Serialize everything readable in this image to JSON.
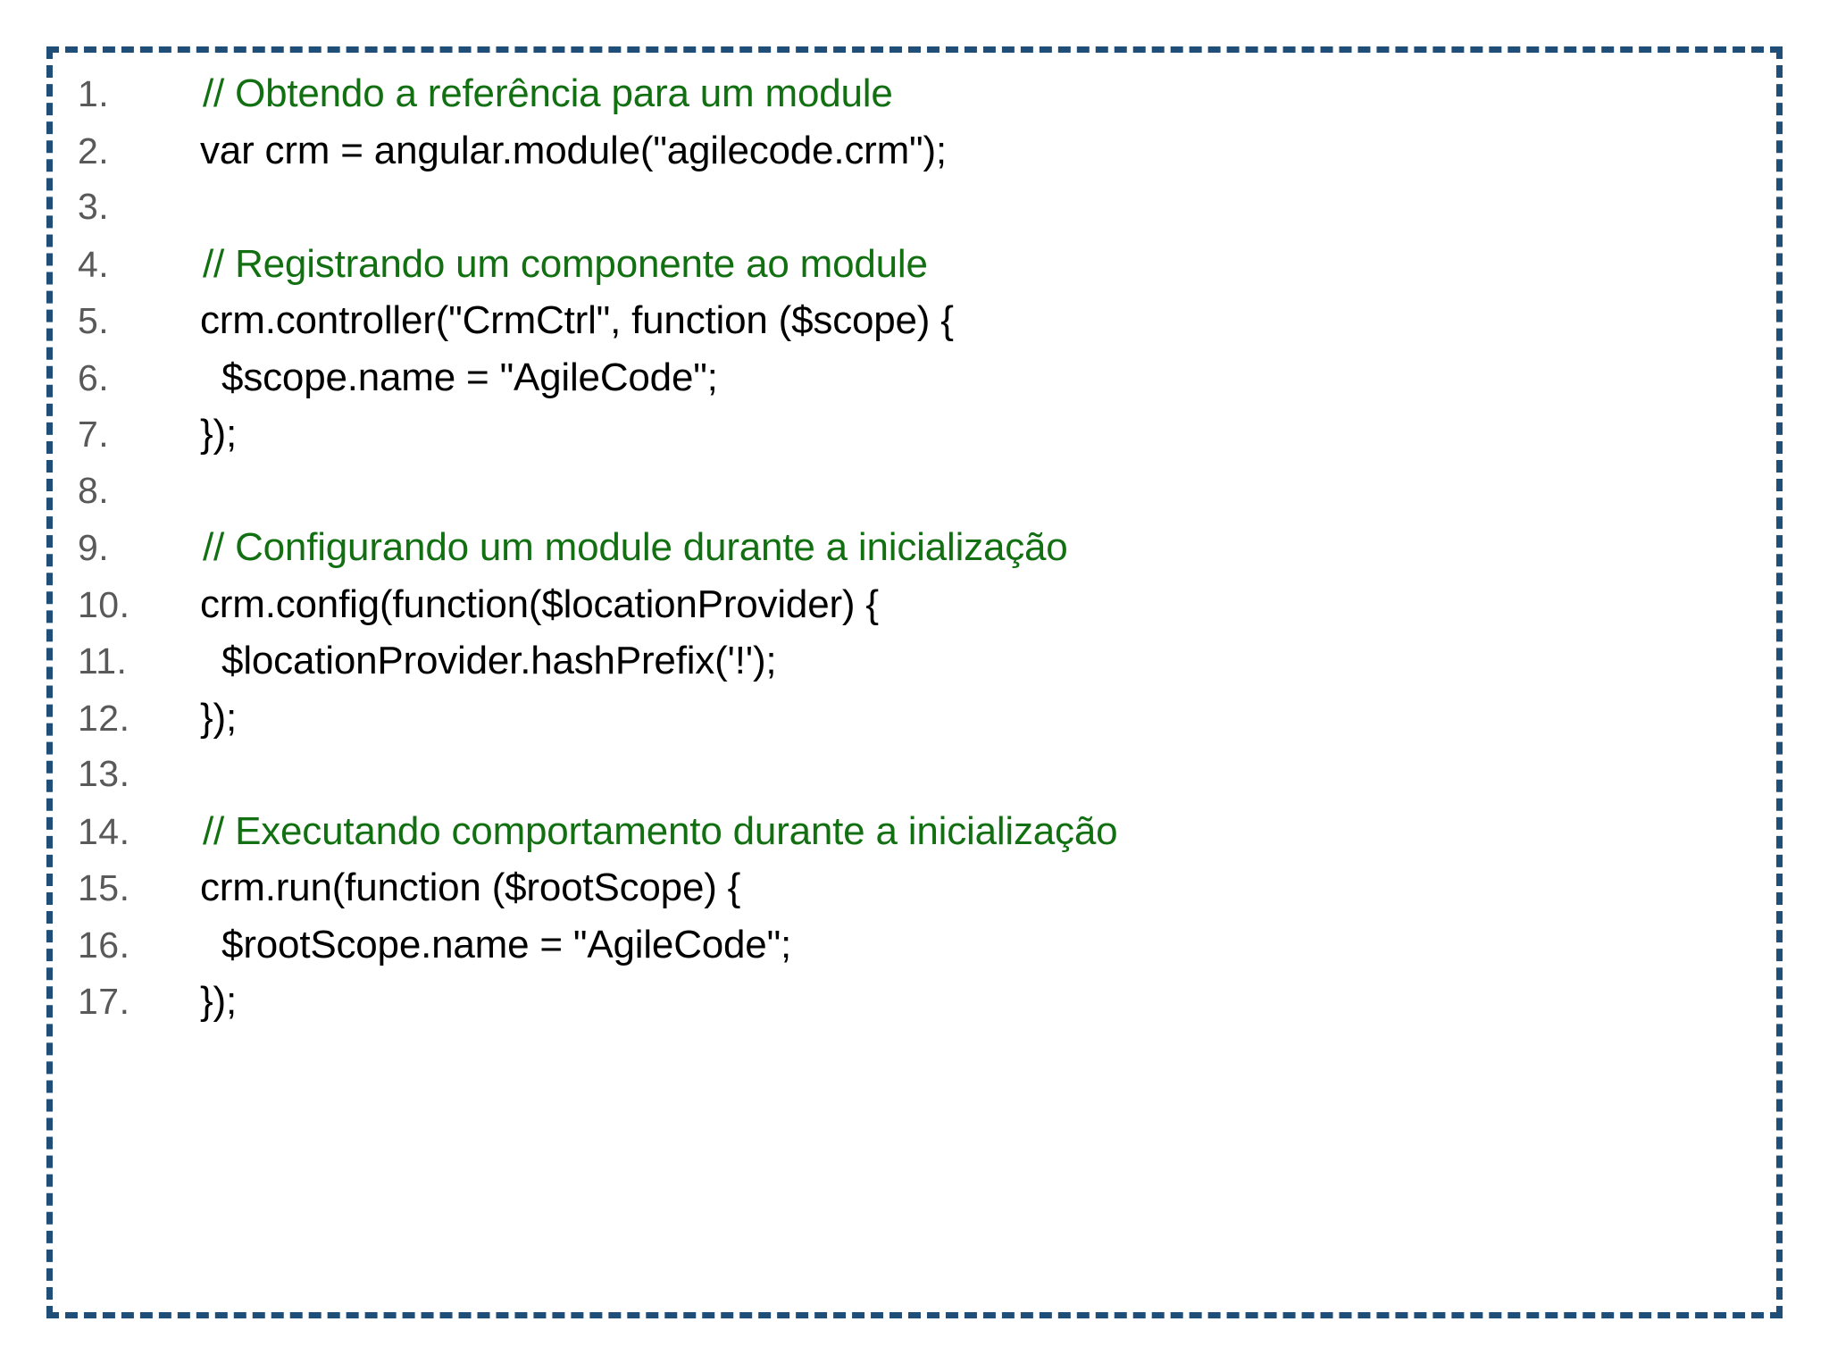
{
  "panel": {
    "name": "code-snippet",
    "border_color": "#1f4e79",
    "border_style": "dashed",
    "background_color": "#ffffff"
  },
  "colors": {
    "comment": "#127012",
    "code": "#000000",
    "line_number": "#595959",
    "border": "#1f4e79"
  },
  "code": {
    "language": "javascript",
    "lines": [
      {
        "number": "1.",
        "text": "// Obtendo a referência para um module",
        "kind": "comment"
      },
      {
        "number": "2.",
        "text": "var crm = angular.module(\"agilecode.crm\");",
        "kind": "code"
      },
      {
        "number": "3.",
        "text": "",
        "kind": "blank"
      },
      {
        "number": "4.",
        "text": "// Registrando um componente ao module",
        "kind": "comment"
      },
      {
        "number": "5.",
        "text": "crm.controller(\"CrmCtrl\", function ($scope) {",
        "kind": "code"
      },
      {
        "number": "6.",
        "text": "  $scope.name = \"AgileCode\";",
        "kind": "code"
      },
      {
        "number": "7.",
        "text": "});",
        "kind": "code"
      },
      {
        "number": "8.",
        "text": "",
        "kind": "blank"
      },
      {
        "number": "9.",
        "text": "// Configurando um module durante a inicialização",
        "kind": "comment"
      },
      {
        "number": "10.",
        "text": "crm.config(function($locationProvider) {",
        "kind": "code"
      },
      {
        "number": "11.",
        "text": "  $locationProvider.hashPrefix('!');",
        "kind": "code"
      },
      {
        "number": "12.",
        "text": "});",
        "kind": "code"
      },
      {
        "number": "13.",
        "text": "",
        "kind": "blank"
      },
      {
        "number": "14.",
        "text": "// Executando comportamento durante a inicialização",
        "kind": "comment"
      },
      {
        "number": "15.",
        "text": "crm.run(function ($rootScope) {",
        "kind": "code"
      },
      {
        "number": "16.",
        "text": "  $rootScope.name = \"AgileCode\";",
        "kind": "code"
      },
      {
        "number": "17.",
        "text": "});",
        "kind": "code"
      }
    ]
  }
}
